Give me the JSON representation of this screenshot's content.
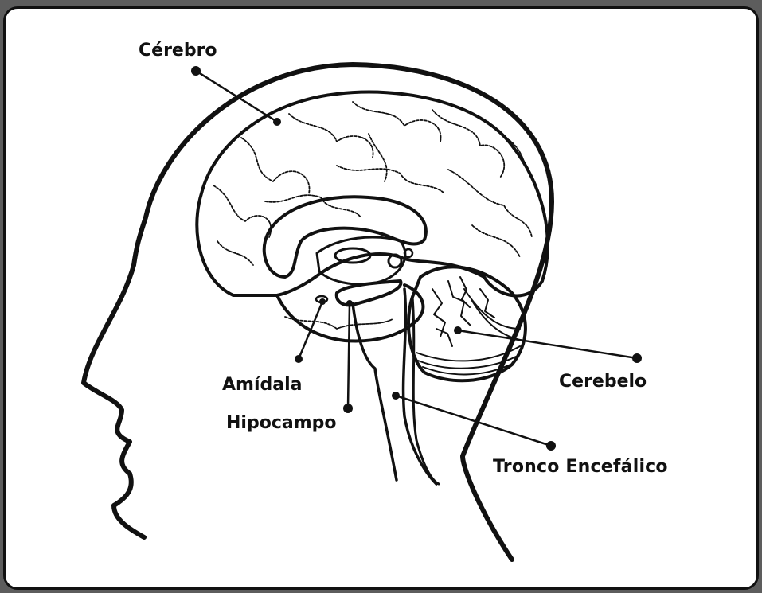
{
  "colors": {
    "ink": "#111111",
    "paper": "#ffffff",
    "backdrop": "#5d5d5d"
  },
  "labels": {
    "cerebro": "Cérebro",
    "amidala": "Amídala",
    "hipocampo": "Hipocampo",
    "cerebelo": "Cerebelo",
    "tronco": "Tronco Encefálico"
  }
}
